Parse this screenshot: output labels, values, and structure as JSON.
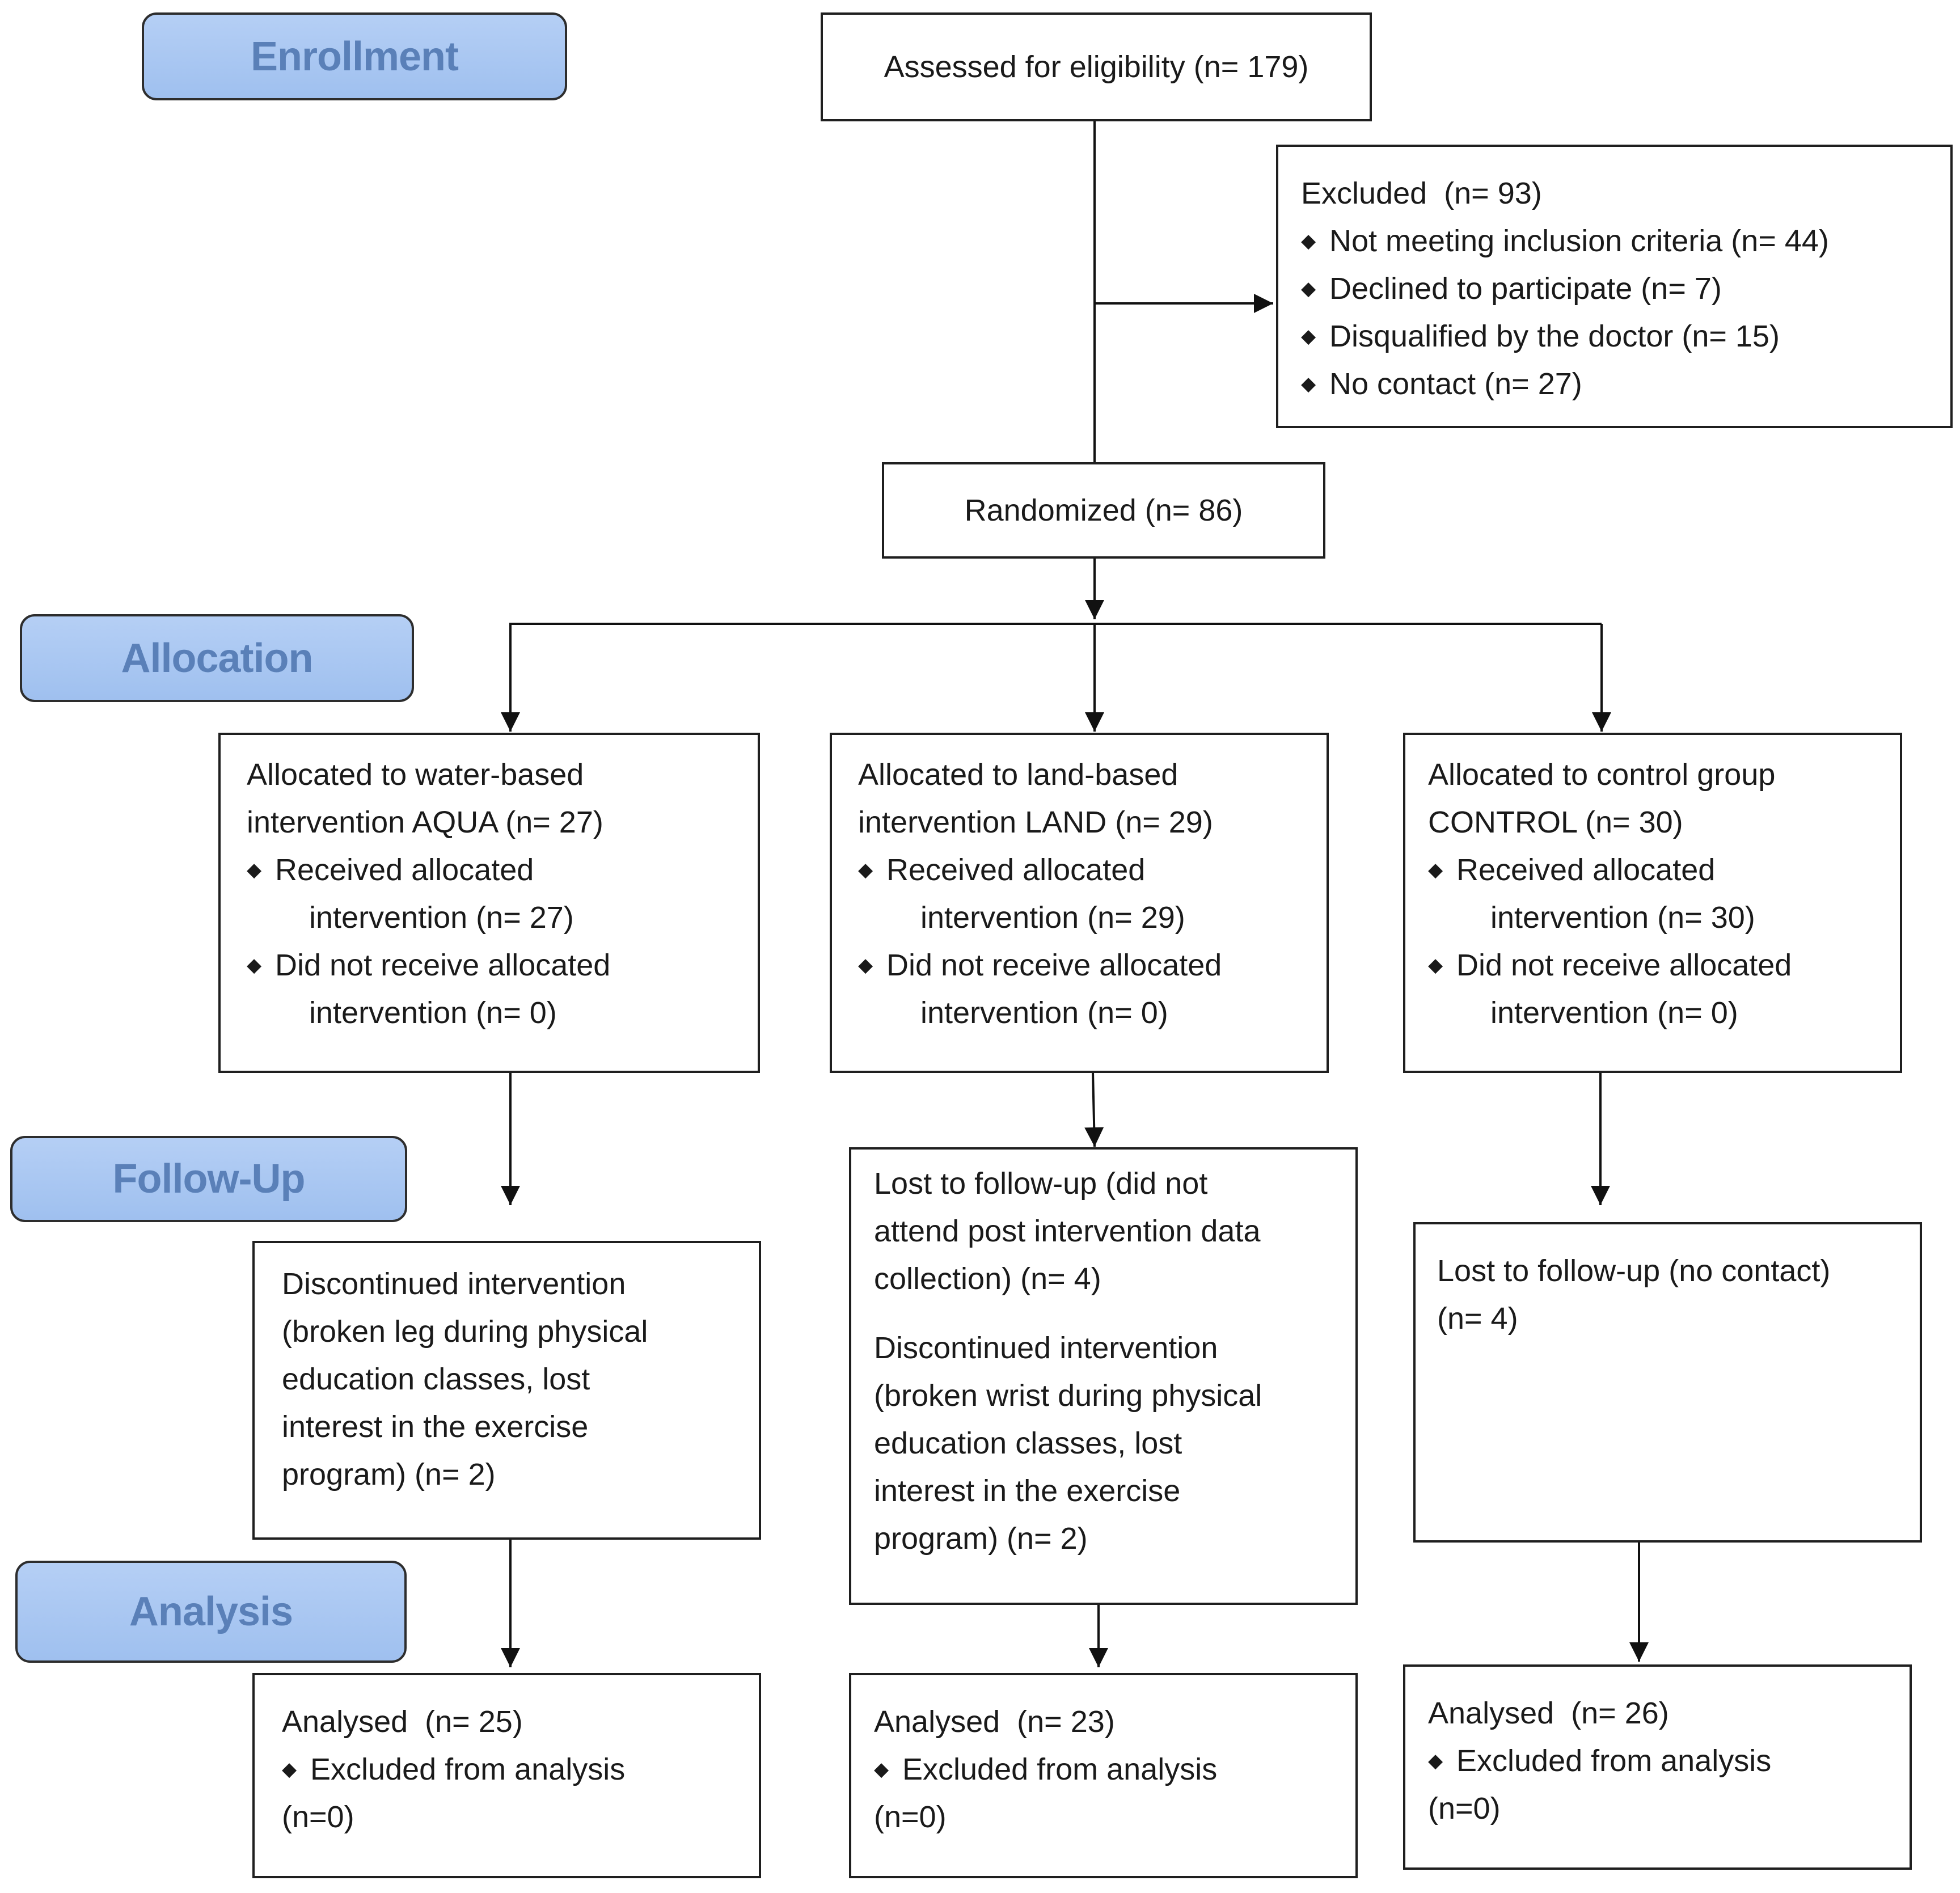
{
  "stages": {
    "enrollment": "Enrollment",
    "allocation": "Allocation",
    "follow_up": "Follow-Up",
    "analysis": "Analysis"
  },
  "assessed": "Assessed for eligibility (n= 179)",
  "excluded": {
    "title": "Excluded  (n= 93)",
    "items": [
      "Not meeting inclusion criteria (n= 44)",
      "Declined to participate (n= 7)",
      "Disqualified by the doctor (n= 15)",
      "No contact  (n= 27)"
    ]
  },
  "randomized": "Randomized (n= 86)",
  "allocation": {
    "aqua": {
      "line1": "Allocated to water-based",
      "line2": "intervention AQUA (n= 27)",
      "received_1": "Received allocated",
      "received_2": "intervention (n= 27)",
      "not_received_1": "Did not receive allocated",
      "not_received_2": "intervention (n= 0)"
    },
    "land": {
      "line1": "Allocated to land-based",
      "line2": "intervention LAND (n= 29)",
      "received_1": "Received allocated",
      "received_2": "intervention (n= 29)",
      "not_received_1": "Did not receive allocated",
      "not_received_2": "intervention (n= 0)"
    },
    "control": {
      "line1": "Allocated to control group",
      "line2": "CONTROL (n= 30)",
      "received_1": "Received allocated",
      "received_2": "intervention (n= 30)",
      "not_received_1": "Did not receive allocated",
      "not_received_2": "intervention (n= 0)"
    }
  },
  "follow_up": {
    "aqua": [
      "Discontinued intervention",
      "(broken leg during physical",
      "education classes, lost",
      "interest in the exercise",
      "program) (n= 2)"
    ],
    "land_lost": [
      "Lost to follow-up (did not",
      "attend post intervention data",
      "collection) (n= 4)"
    ],
    "land_discontinued": [
      "Discontinued intervention",
      "(broken wrist during physical",
      "education classes, lost",
      "interest in the exercise",
      "program) (n= 2)"
    ],
    "control": [
      "Lost to follow-up (no contact)",
      "(n= 4)"
    ]
  },
  "analysis": {
    "aqua": {
      "title": "Analysed  (n= 25)",
      "excluded": "Excluded from analysis",
      "excluded_n": "(n=0)"
    },
    "land": {
      "title": "Analysed  (n= 23)",
      "excluded": "Excluded from analysis",
      "excluded_n": "(n=0)"
    },
    "control": {
      "title": "Analysed  (n= 26)",
      "excluded": "Excluded from analysis",
      "excluded_n": "(n=0)"
    }
  }
}
